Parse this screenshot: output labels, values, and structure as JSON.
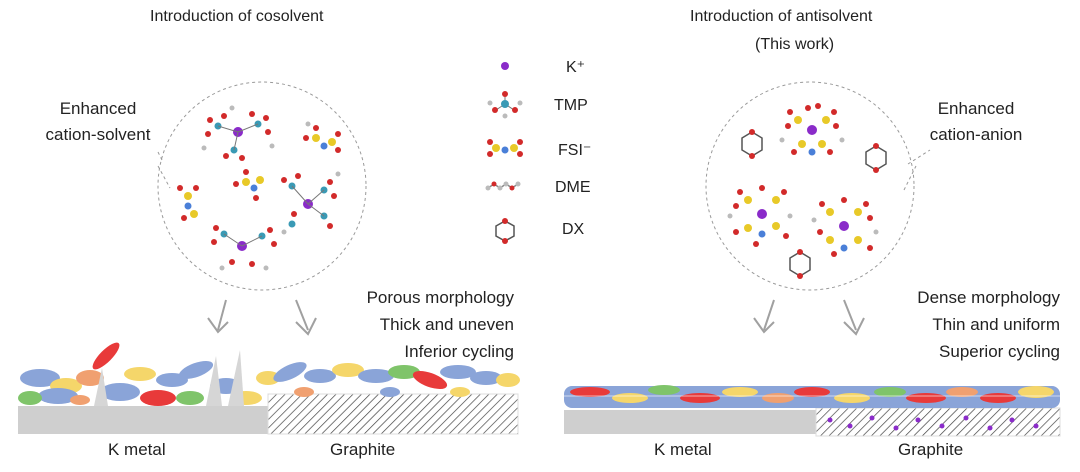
{
  "left_panel": {
    "title": "Introduction of cosolvent",
    "callout": [
      "Enhanced",
      "cation-solvent"
    ],
    "properties": [
      "Porous morphology",
      "Thick and uneven",
      "Inferior cycling"
    ],
    "substrate_labels": [
      "K metal",
      "Graphite"
    ]
  },
  "right_panel": {
    "title": "Introduction of antisolvent",
    "subtitle": "(This work)",
    "callout": [
      "Enhanced",
      "cation-anion"
    ],
    "properties": [
      "Dense morphology",
      "Thin and uniform",
      "Superior cycling"
    ],
    "substrate_labels": [
      "K metal",
      "Graphite"
    ]
  },
  "legend": [
    {
      "label": "K⁺",
      "icon": "potassium-ion-icon"
    },
    {
      "label": "TMP",
      "icon": "tmp-molecule-icon"
    },
    {
      "label": "FSI⁻",
      "icon": "fsi-anion-icon"
    },
    {
      "label": "DME",
      "icon": "dme-molecule-icon"
    },
    {
      "label": "DX",
      "icon": "dx-ring-icon"
    }
  ],
  "colors": {
    "potassium": "#8a2bc9",
    "oxygen": "#d22a2a",
    "phosphorus": "#3a9ab5",
    "sulfur": "#e8c928",
    "nitrogen": "#4a7fd8",
    "carbon": "#8a8a8a",
    "sei_blue": "#8aa4d8",
    "sei_red": "#e83a3a",
    "sei_yellow": "#f5d66a",
    "sei_green": "#7fc46a",
    "sei_orange": "#f0a070",
    "metal_gray": "#cfcfcf"
  }
}
